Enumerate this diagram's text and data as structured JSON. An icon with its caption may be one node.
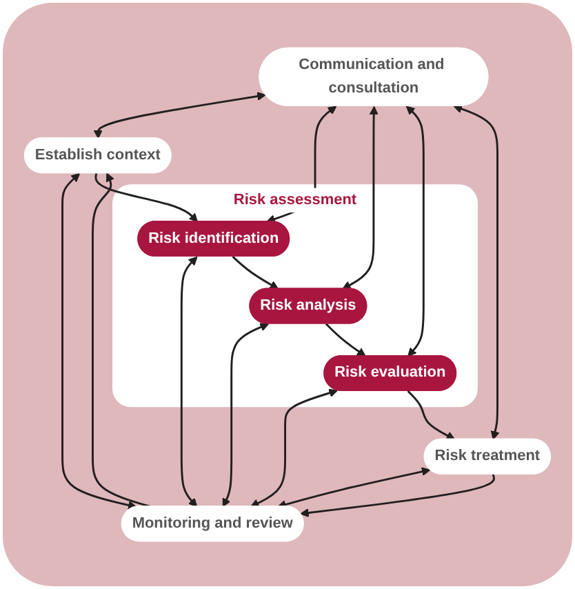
{
  "diagram": {
    "nodes": [
      {
        "text": [
          "Communication and consultation"
        ]
      },
      {
        "text": [
          "Establish context"
        ]
      },
      {
        "text": [
          "Monitoring and review"
        ]
      },
      {
        "text": [
          "Risk assessment"
        ]
      },
      {
        "text": [
          "Risk identification"
        ],
        "in": 3
      },
      {
        "text": [
          "Risk analysis"
        ],
        "in": 3
      },
      {
        "text": [
          "Risk evaluation"
        ],
        "in": 3
      },
      {
        "text": [
          "Risk treatment"
        ]
      }
    ],
    "edges": [
      {
        "from": 0,
        "to": 1,
        "arrow": "both"
      },
      {
        "from": 1,
        "to": 2,
        "arrow": "both"
      },
      {
        "from": 2,
        "to": 1,
        "arrow": "to"
      },
      {
        "from": 1,
        "to": 4,
        "arrow": "to"
      },
      {
        "from": 0,
        "to": 4,
        "arrow": "both"
      },
      {
        "from": 4,
        "to": 2,
        "arrow": "both"
      },
      {
        "from": 4,
        "to": 5,
        "arrow": "to"
      },
      {
        "from": 0,
        "to": 5,
        "arrow": "both"
      },
      {
        "from": 5,
        "to": 2,
        "arrow": "both"
      },
      {
        "from": 5,
        "to": 6,
        "arrow": "to"
      },
      {
        "from": 0,
        "to": 6,
        "arrow": "both"
      },
      {
        "from": 6,
        "to": 2,
        "arrow": "both"
      },
      {
        "from": 6,
        "to": 7,
        "arrow": "to"
      },
      {
        "from": 0,
        "to": 7,
        "arrow": "both"
      },
      {
        "from": 7,
        "to": 2,
        "arrow": "both"
      },
      {
        "from": 7,
        "to": 2,
        "arrow": "to"
      }
    ]
  }
}
